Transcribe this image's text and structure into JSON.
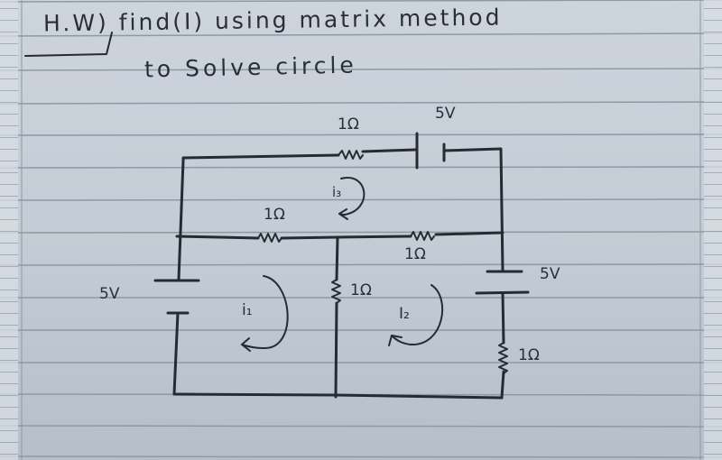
{
  "note": {
    "line1": "H.W) find(I) using matrix method",
    "line2": "to Solve circle"
  },
  "circuit": {
    "top_resistor": "1Ω",
    "top_battery": "5V",
    "middle_left_resistor": "1Ω",
    "middle_right_resistor": "1Ω",
    "center_resistor": "1Ω",
    "left_battery": "5V",
    "right_battery": "5V",
    "right_resistor": "1Ω",
    "loop_current_1": "i₁",
    "loop_current_2": "I₂",
    "loop_current_3": "i₃"
  },
  "colors": {
    "ink": "#262a33",
    "paper": "#c8d0d8",
    "rule": "#8e99a4"
  }
}
